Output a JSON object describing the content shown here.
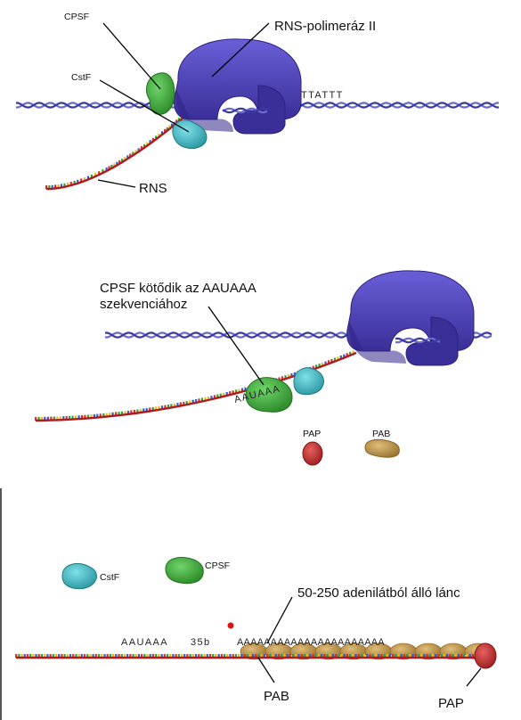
{
  "colors": {
    "polymerase": "#4a3fb0",
    "polymerase_dark": "#2a2080",
    "cpsf": "#3fae3a",
    "cstf": "#39b7c0",
    "pap": "#c23434",
    "pab": "#c49a52",
    "rna_backbone": "#b01a1a",
    "dna_strand_a": "#3a3aa0",
    "dna_strand_b": "#6a6ad0"
  },
  "panel1": {
    "label_cpsf": "CPSF",
    "label_cstf": "CstF",
    "label_polymerase": "RNS-polimeráz II",
    "label_rna": "RNS",
    "dna_sequence": "TTATTT"
  },
  "panel2": {
    "label_line1": "CPSF kötődik az AAUAAA",
    "label_line2": "szekvenciához",
    "rna_sequence": "AAUAAA",
    "label_pap": "PAP",
    "label_pab": "PAB"
  },
  "panel3": {
    "label_cstf": "CstF",
    "label_cpsf": "CPSF",
    "label_tail": "50-250 adenilátból álló lánc",
    "rna_sequence": "AAUAAA",
    "spacer": "35b",
    "poly_a": "AAAAAAAAAAAAAAAAAAAAAA",
    "label_pab": "PAB",
    "label_pap": "PAP"
  }
}
